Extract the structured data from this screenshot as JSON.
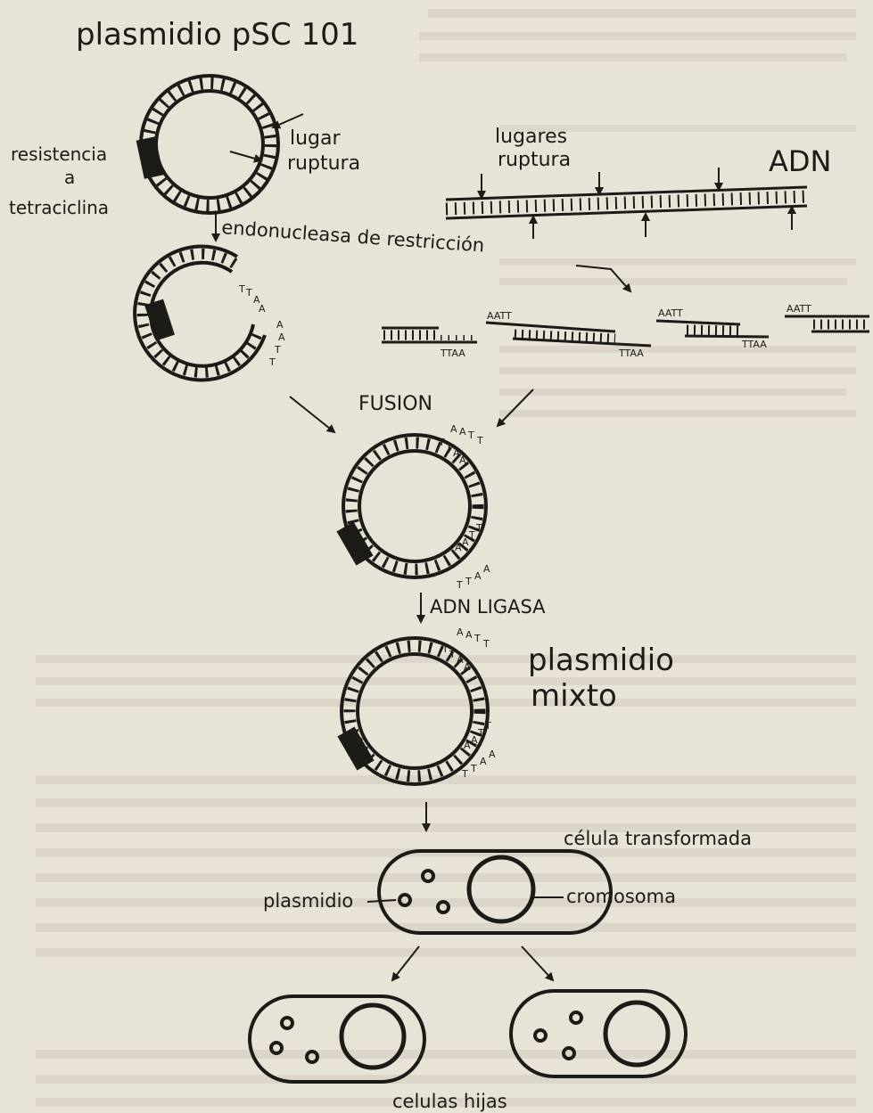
{
  "title": "plasmidio pSC 101",
  "labels": {
    "lugar_ruptura_line1": "lugar",
    "lugar_ruptura_line2": "ruptura",
    "resistencia_line1": "resistencia",
    "resistencia_line2": "a",
    "resistencia_line3": "tetraciclina",
    "lugares_ruptura_line1": "lugares",
    "lugares_ruptura_line2": "ruptura",
    "adn": "ADN",
    "endonucleasa": "endonucleasa de restricción",
    "fusion": "FUSION",
    "adn_ligasa": "ADN LIGASA",
    "plasmidio_mixto_line1": "plasmidio",
    "plasmidio_mixto_line2": "mixto",
    "celula_transformada": "célula transformada",
    "plasmidio": "plasmidio",
    "cromosoma": "cromosoma",
    "celulas_hijas": "celulas hijas"
  },
  "sticky_ends": {
    "top": "AATT",
    "bottom": "TTAA"
  },
  "colors": {
    "paper": "#e7e3d6",
    "ink": "#1c1b18",
    "ghost_text": "#c8c3b4"
  }
}
